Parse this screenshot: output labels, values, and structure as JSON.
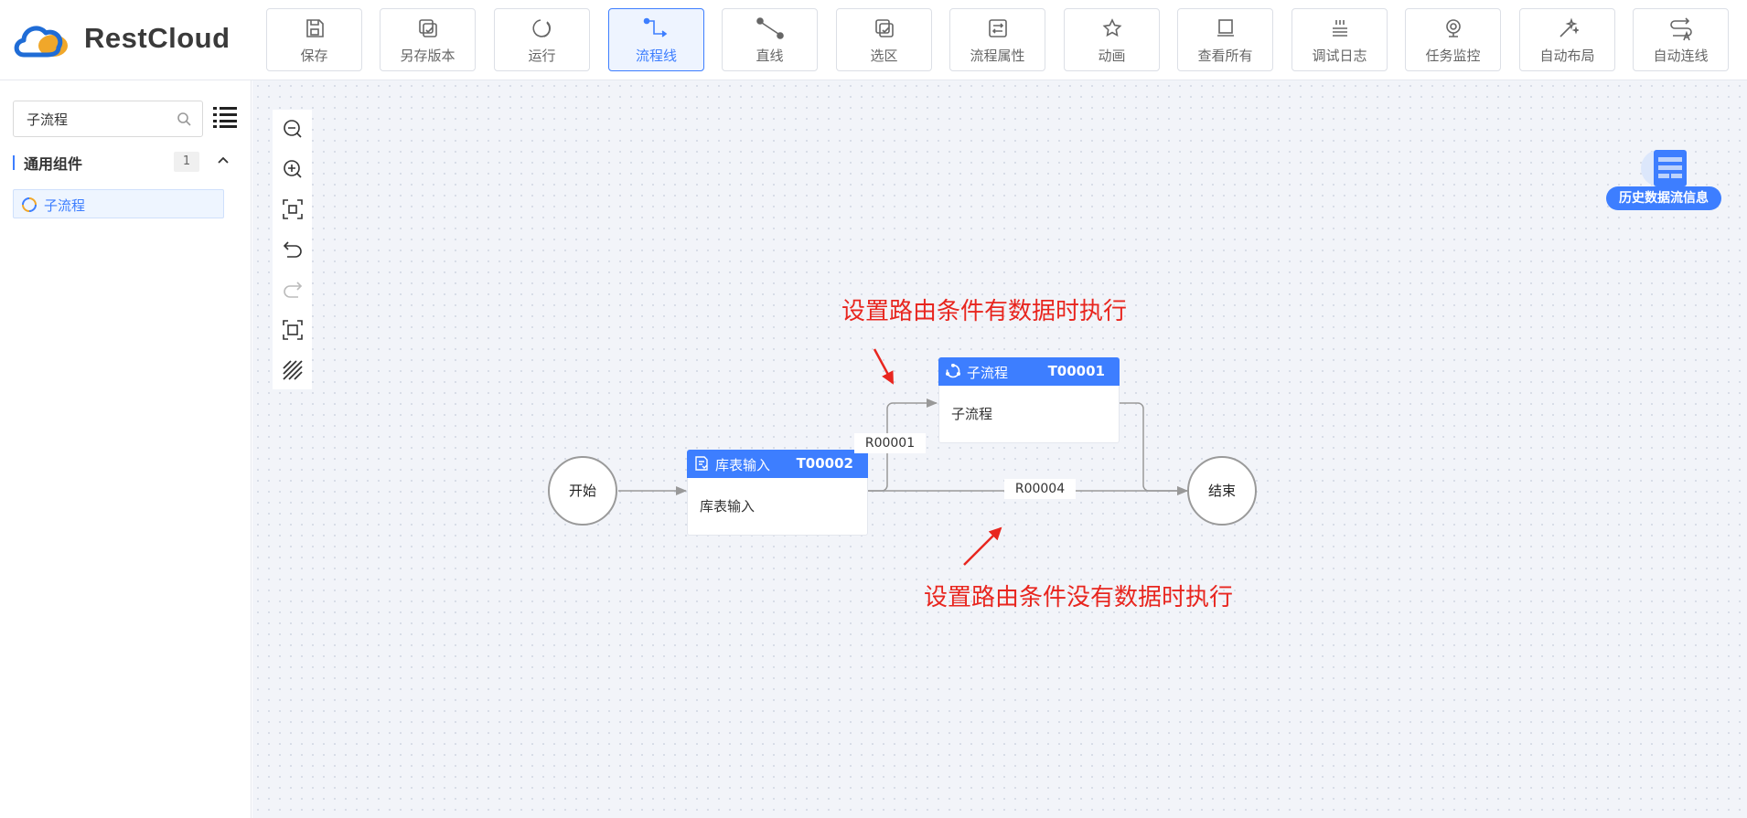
{
  "app": {
    "brand": "RestCloud",
    "accent": "#3d7eff"
  },
  "toolbar": [
    {
      "label": "保存",
      "icon": "save-icon"
    },
    {
      "label": "另存版本",
      "icon": "save-version-icon"
    },
    {
      "label": "运行",
      "icon": "run-icon"
    },
    {
      "label": "流程线",
      "icon": "flow-line-icon",
      "active": true
    },
    {
      "label": "直线",
      "icon": "straight-line-icon"
    },
    {
      "label": "选区",
      "icon": "select-area-icon"
    },
    {
      "label": "流程属性",
      "icon": "flow-properties-icon"
    },
    {
      "label": "动画",
      "icon": "animation-icon"
    },
    {
      "label": "查看所有",
      "icon": "view-all-icon"
    },
    {
      "label": "调试日志",
      "icon": "debug-log-icon"
    },
    {
      "label": "任务监控",
      "icon": "task-monitor-icon"
    },
    {
      "label": "自动布局",
      "icon": "auto-layout-icon"
    },
    {
      "label": "自动连线",
      "icon": "auto-connect-icon"
    }
  ],
  "sidebar": {
    "search_value": "子流程",
    "group": {
      "title": "通用组件",
      "count": "1"
    },
    "items": [
      {
        "label": "子流程",
        "icon": "subprocess-icon"
      }
    ]
  },
  "canvas": {
    "history_label": "历史数据流信息",
    "start_label": "开始",
    "end_label": "结束",
    "nodes": [
      {
        "title": "库表输入",
        "id": "T00002",
        "body": "库表输入",
        "icon": "table-input-icon"
      },
      {
        "title": "子流程",
        "id": "T00001",
        "body": "子流程",
        "icon": "subprocess-icon"
      }
    ],
    "routes": [
      {
        "label": "R00001"
      },
      {
        "label": "R00004"
      }
    ],
    "annotations": [
      {
        "text": "设置路由条件有数据时执行",
        "color": "#e8261f"
      },
      {
        "text": "设置路由条件没有数据时执行",
        "color": "#e8261f"
      }
    ]
  }
}
